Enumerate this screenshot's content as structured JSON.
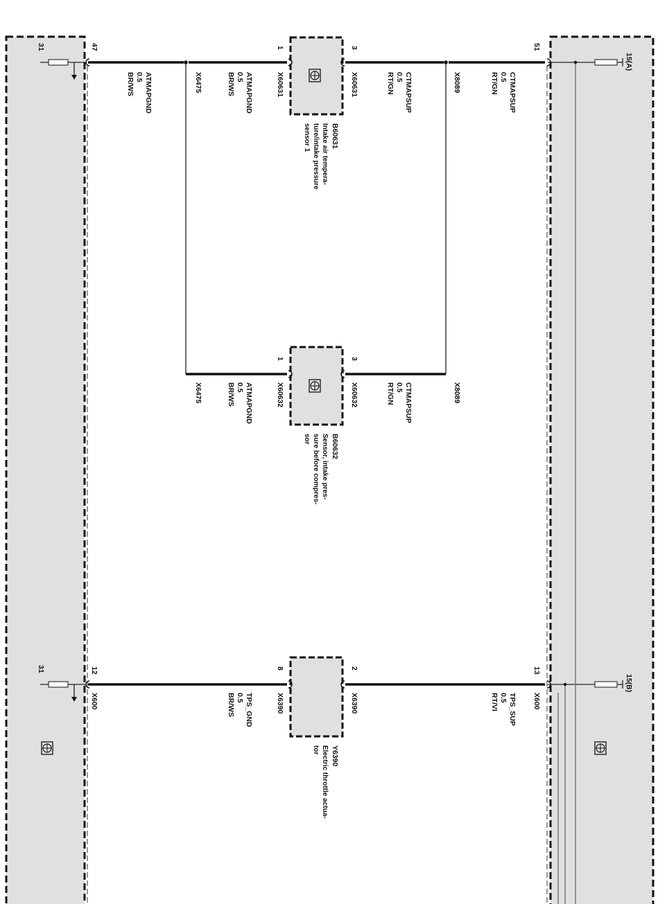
{
  "left_module": {
    "terminal": "31",
    "pins": {
      "top": "47",
      "bottom": "12"
    },
    "connector": "X600"
  },
  "right_module": {
    "terminal_a": "15(A)",
    "terminal_b": "15(B)",
    "pins": {
      "top": "51",
      "bottom": "13"
    },
    "connector": "X600"
  },
  "components": [
    {
      "id": "B60631",
      "description": [
        "Intake air tempera-",
        "ture/intake pressure",
        "sensor 1"
      ],
      "pin_left": "1",
      "pin_right": "3",
      "connector": "X60631"
    },
    {
      "id": "B60632",
      "description": [
        "Sensor, intake pres-",
        "sure before compres-",
        "sor"
      ],
      "pin_left": "1",
      "pin_right": "3",
      "connector": "X60632"
    },
    {
      "id": "Y6390",
      "description": [
        "Electric throttle actua-",
        "tor"
      ],
      "pin_left": "8",
      "pin_right": "2",
      "connector": "X6390"
    }
  ],
  "splices": {
    "ground": "X6475",
    "supply": "X8089"
  },
  "wires": {
    "gnd": {
      "signal": "ATMAPGND",
      "size": "0.5",
      "color": "BR/WS"
    },
    "sup": {
      "signal": "CTMAPSUP",
      "size": "0.5",
      "color": "RT/GN"
    },
    "tps_gnd": {
      "signal": "TPS_GND",
      "size": "0.5",
      "color": "BR/WS"
    },
    "tps_sup": {
      "signal": "TPS_SUP",
      "size": "0.5",
      "color": "RT/VI"
    }
  },
  "icons": [
    "ecu-icon",
    "sensor-icon",
    "fuse-icon",
    "ground-arrow-icon"
  ]
}
